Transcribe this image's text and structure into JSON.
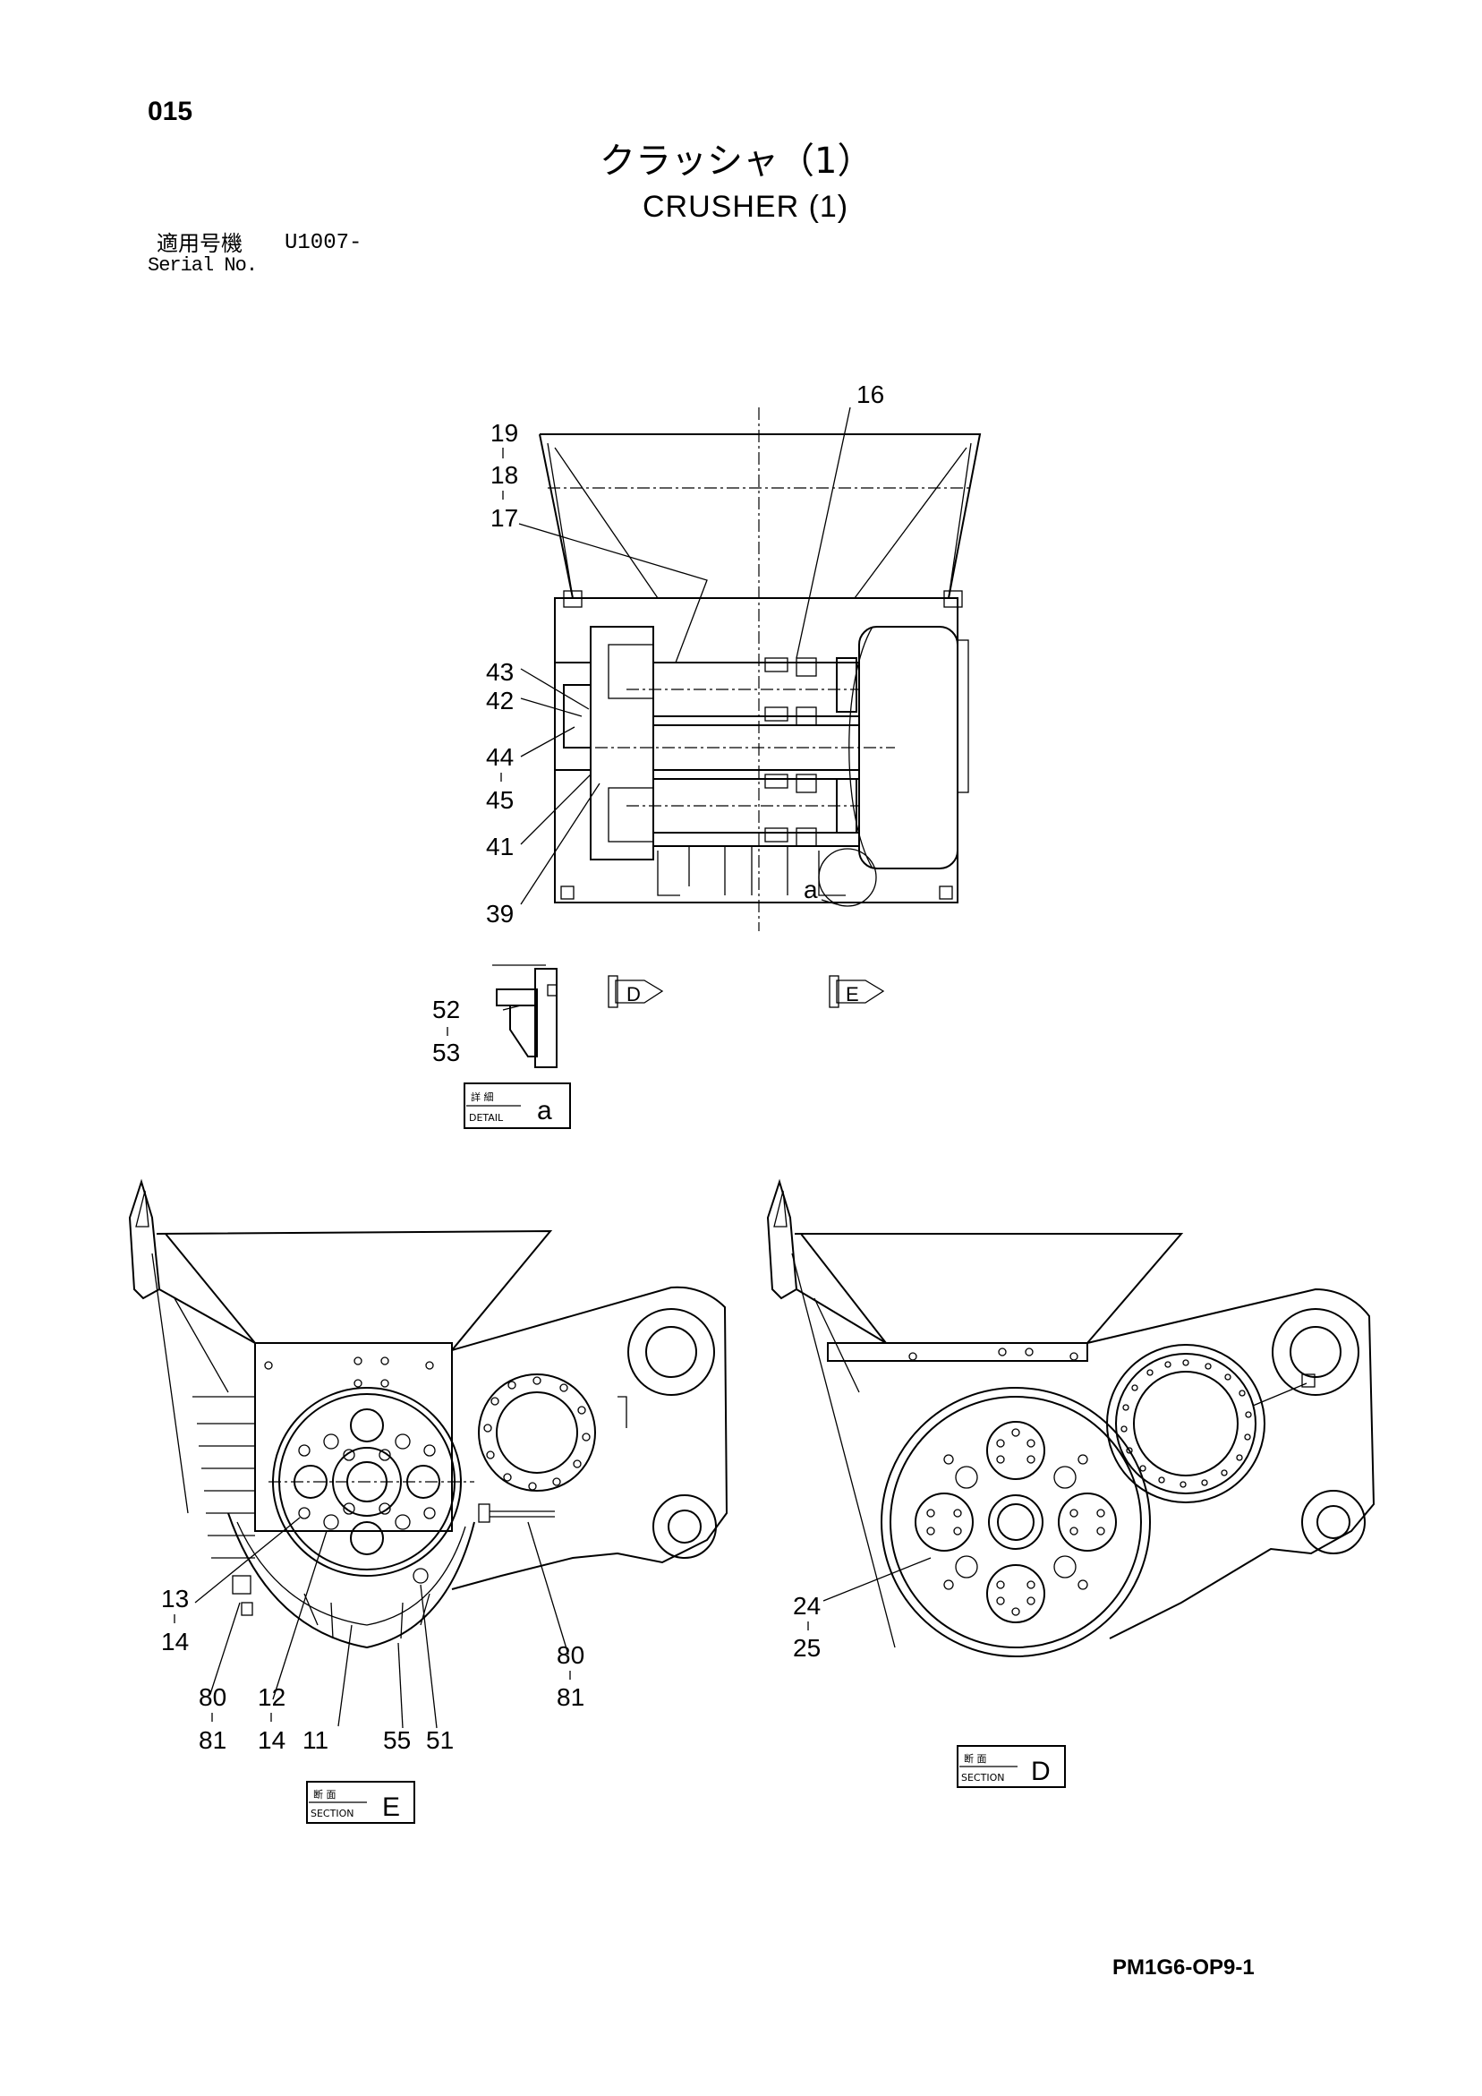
{
  "header": {
    "page_number": "015",
    "title_jp": "クラッシャ（1）",
    "title_en": "CRUSHER (1)",
    "serial_label_jp": "適用号機",
    "serial_value": "U1007-",
    "serial_label_en": "Serial No."
  },
  "callouts": {
    "top": [
      "16",
      "19",
      "18",
      "17",
      "43",
      "42",
      "44",
      "45",
      "41",
      "39",
      "a"
    ],
    "detail": [
      "52",
      "53"
    ],
    "section_e": [
      "13",
      "14",
      "80",
      "81",
      "12",
      "14",
      "11",
      "55",
      "51",
      "80",
      "81"
    ],
    "section_d": [
      "24",
      "25"
    ],
    "view_markers": [
      "D",
      "E"
    ]
  },
  "labels": {
    "detail_box": {
      "jp": "詳 細",
      "en": "DETAIL",
      "id": "a"
    },
    "section_e_box": {
      "jp": "断 面",
      "en": "SECTION",
      "id": "E"
    },
    "section_d_box": {
      "jp": "断 面",
      "en": "SECTION",
      "id": "D"
    }
  },
  "footer": {
    "doc_code": "PM1G6-OP9-1"
  }
}
